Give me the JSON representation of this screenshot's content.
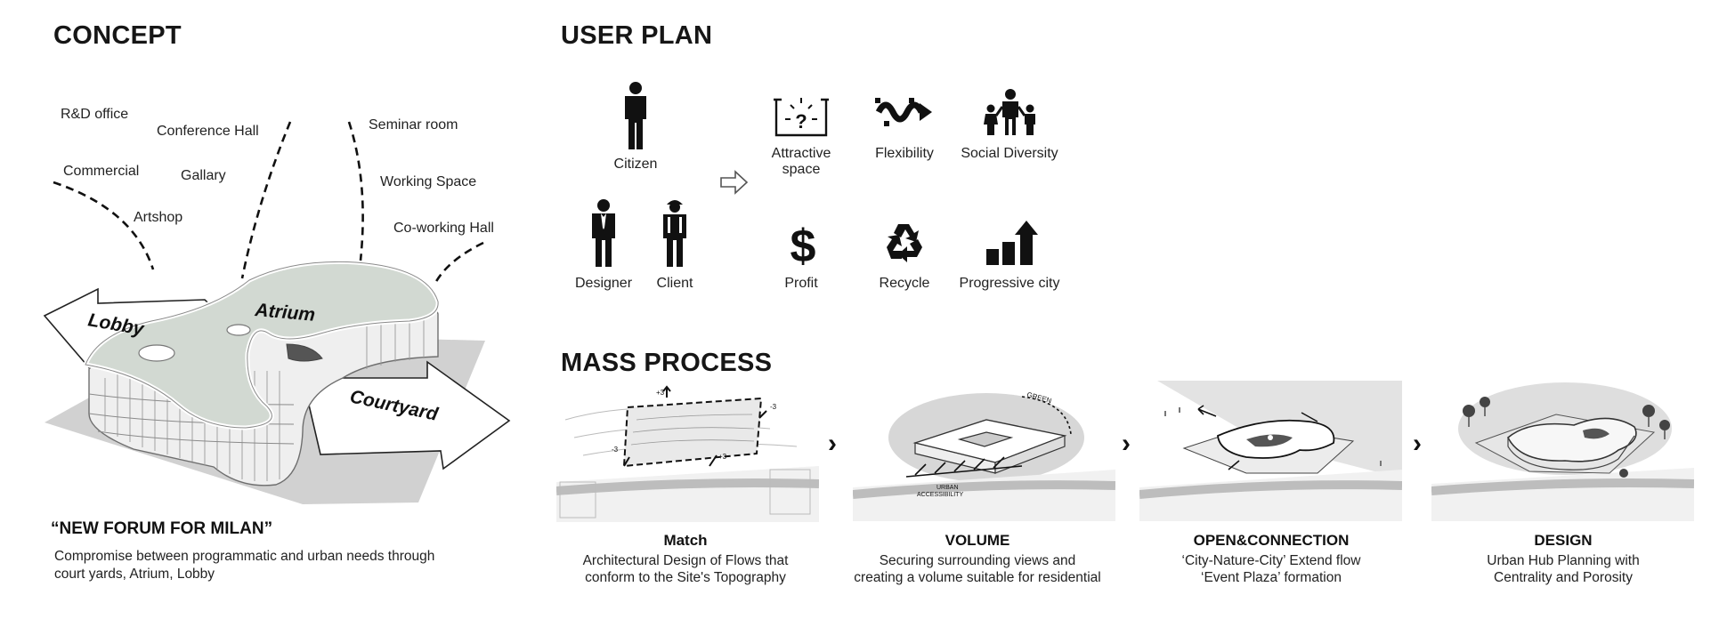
{
  "concept": {
    "heading": "CONCEPT",
    "programs": [
      "R&D office",
      "Conference Hall",
      "Commercial",
      "Gallary",
      "Artshop",
      "Seminar room",
      "Working Space",
      "Co-working Hall"
    ],
    "diagram_labels": [
      "Lobby",
      "Atrium",
      "Courtyard"
    ],
    "slogan": "“NEW FORUM FOR MILAN”",
    "description_lines": [
      "Compromise between programmatic and urban needs through",
      "court yards, Atrium, Lobby"
    ]
  },
  "user_plan": {
    "heading": "USER PLAN",
    "users": [
      {
        "label": "Citizen",
        "icon": "person-icon"
      },
      {
        "label": "Designer",
        "icon": "businessman-icon"
      },
      {
        "label": "Client",
        "icon": "worker-icon"
      }
    ],
    "values": [
      {
        "label_lines": [
          "Attractive",
          "space"
        ],
        "icon": "question-box-icon"
      },
      {
        "label_lines": [
          "Flexibility"
        ],
        "icon": "wave-arrow-icon"
      },
      {
        "label_lines": [
          "Social Diversity"
        ],
        "icon": "family-icon"
      },
      {
        "label_lines": [
          "Profit"
        ],
        "icon": "dollar-icon"
      },
      {
        "label_lines": [
          "Recycle"
        ],
        "icon": "recycle-icon"
      },
      {
        "label_lines": [
          "Progressive city"
        ],
        "icon": "growth-chart-icon"
      }
    ]
  },
  "mass_process": {
    "heading": "MASS PROCESS",
    "steps": [
      {
        "title": "Match",
        "desc_lines": [
          "Architectural Design of Flows that",
          "conform to the Site's Topography"
        ],
        "annotations": [
          "+3",
          "-3",
          "-3",
          "+3"
        ]
      },
      {
        "title": "VOLUME",
        "desc_lines": [
          "Securing surrounding views and",
          "creating a volume suitable for residential"
        ],
        "annotations": [
          "GREEN",
          "URBAN",
          "ACCESSIBILITY"
        ]
      },
      {
        "title": "OPEN&CONNECTION",
        "desc_lines": [
          "‘City-Nature-City’ Extend flow",
          "‘Event Plaza’ formation"
        ]
      },
      {
        "title": "DESIGN",
        "desc_lines": [
          "Urban Hub Planning with",
          "Centrality and Porosity"
        ]
      }
    ],
    "separator_glyph": "›"
  },
  "colors": {
    "ink": "#161616",
    "roof": "#d3dad3",
    "shadow": "#cfcfcf",
    "ground": "#e6e6e6",
    "road": "#bdbdbd"
  }
}
